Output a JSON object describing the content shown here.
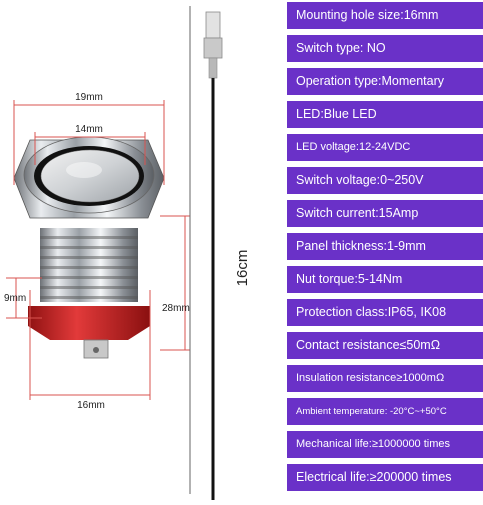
{
  "colors": {
    "spec_bg": "#6a31c8",
    "dimension_line": "#d9534f",
    "seal": "#d42a2a",
    "wire": "#111111"
  },
  "dimensions": {
    "outer_diameter": "19mm",
    "button_diameter": "14mm",
    "panel_thread": "9mm",
    "body_length": "28mm",
    "thread_diameter": "16mm",
    "wire_length": "16cm"
  },
  "specs": [
    {
      "label": "Mounting hole size:16mm"
    },
    {
      "label": "Switch type: NO"
    },
    {
      "label": "Operation type:Momentary"
    },
    {
      "label": "LED:Blue LED"
    },
    {
      "label": "LED voltage:12-24VDC"
    },
    {
      "label": "Switch voltage:0~250V"
    },
    {
      "label": "Switch current:15Amp"
    },
    {
      "label": "Panel thickness:1-9mm"
    },
    {
      "label": "Nut torque:5-14Nm"
    },
    {
      "label": "Protection class:IP65, IK08"
    },
    {
      "label": "Contact resistance≤50mΩ"
    },
    {
      "label": "Insulation resistance≥1000mΩ"
    },
    {
      "label": "Ambient temperature:  -20°C~+50°C"
    },
    {
      "label": "Mechanical life:≥1000000 times"
    },
    {
      "label": "Electrical life:≥200000 times"
    }
  ]
}
